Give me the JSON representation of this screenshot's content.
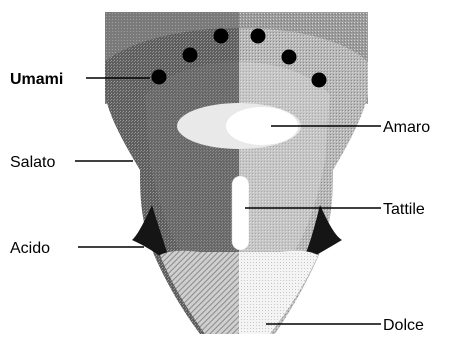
{
  "labels": {
    "umami": "Umami",
    "amaro": "Amaro",
    "salato": "Salato",
    "tattile": "Tattile",
    "acido": "Acido",
    "dolce": "Dolce"
  },
  "colors": {
    "back_band": "#8a8a8a",
    "back_band_right": "#a8a8a8",
    "tongue_left": "#6e6e6e",
    "tongue_right": "#b2b2b2",
    "middle_left": "#7c7c7c",
    "middle_right": "#c2c2c2",
    "papilla": "#000000",
    "bitter_zone": "#f2f2f2",
    "sour_zone": "#151515",
    "sweet_zone_left": "#c6c6c6",
    "sweet_zone_right": "#ececec",
    "leader_line": "#000000",
    "label_text": "#000000"
  }
}
